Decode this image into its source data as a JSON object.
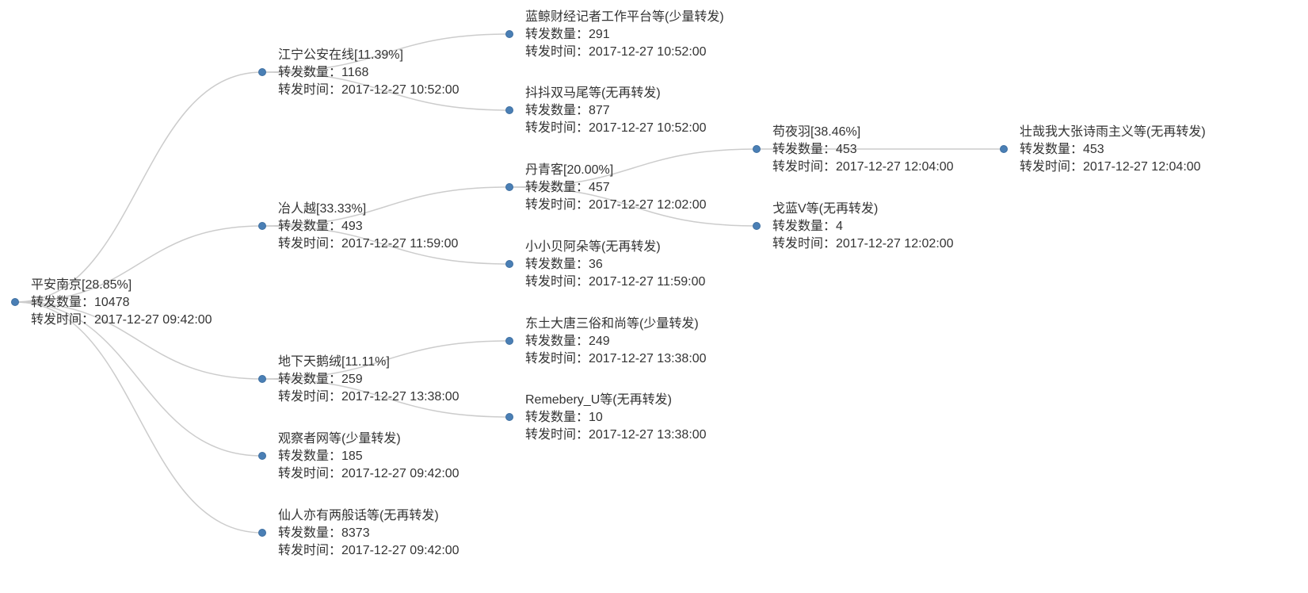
{
  "count_prefix": "转发数量：",
  "time_prefix": "转发时间：",
  "colors": {
    "node": "#4a7fb5",
    "link": "#cccccc",
    "text": "#333333"
  },
  "nodes": [
    {
      "id": "n0",
      "parent": null,
      "name": "平安南京[28.85%]",
      "count": "10478",
      "time": "2017-12-27 09:42:00"
    },
    {
      "id": "n1",
      "parent": "n0",
      "name": "江宁公安在线[11.39%]",
      "count": "1168",
      "time": "2017-12-27 10:52:00"
    },
    {
      "id": "n2",
      "parent": "n0",
      "name": "冶人越[33.33%]",
      "count": "493",
      "time": "2017-12-27 11:59:00"
    },
    {
      "id": "n3",
      "parent": "n0",
      "name": "地下天鹅绒[11.11%]",
      "count": "259",
      "time": "2017-12-27 13:38:00"
    },
    {
      "id": "n4",
      "parent": "n0",
      "name": "观察者网等(少量转发)",
      "count": "185",
      "time": "2017-12-27 09:42:00"
    },
    {
      "id": "n5",
      "parent": "n0",
      "name": "仙人亦有两般话等(无再转发)",
      "count": "8373",
      "time": "2017-12-27 09:42:00"
    },
    {
      "id": "n6",
      "parent": "n1",
      "name": "蓝鲸财经记者工作平台等(少量转发)",
      "count": "291",
      "time": "2017-12-27 10:52:00"
    },
    {
      "id": "n7",
      "parent": "n1",
      "name": "抖抖双马尾等(无再转发)",
      "count": "877",
      "time": "2017-12-27 10:52:00"
    },
    {
      "id": "n8",
      "parent": "n2",
      "name": "丹青客[20.00%]",
      "count": "457",
      "time": "2017-12-27 12:02:00"
    },
    {
      "id": "n9",
      "parent": "n2",
      "name": "小小贝阿朵等(无再转发)",
      "count": "36",
      "time": "2017-12-27 11:59:00"
    },
    {
      "id": "n10",
      "parent": "n3",
      "name": "东土大唐三俗和尚等(少量转发)",
      "count": "249",
      "time": "2017-12-27 13:38:00"
    },
    {
      "id": "n11",
      "parent": "n3",
      "name": "Remebery_U等(无再转发)",
      "count": "10",
      "time": "2017-12-27 13:38:00"
    },
    {
      "id": "n12",
      "parent": "n8",
      "name": "苟夜羽[38.46%]",
      "count": "453",
      "time": "2017-12-27 12:04:00"
    },
    {
      "id": "n13",
      "parent": "n8",
      "name": "戈蓝V等(无再转发)",
      "count": "4",
      "time": "2017-12-27 12:02:00"
    },
    {
      "id": "n14",
      "parent": "n12",
      "name": "壮哉我大张诗雨主义等(无再转发)",
      "count": "453",
      "time": "2017-12-27 12:04:00"
    }
  ]
}
